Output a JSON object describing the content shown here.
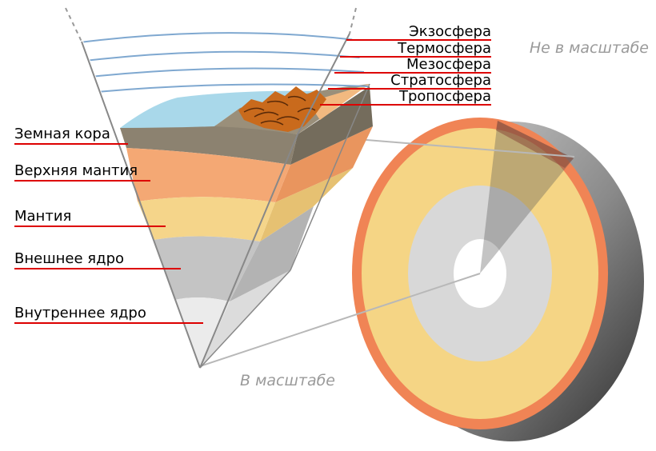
{
  "labels": {
    "exosphere": "Экзосфера",
    "thermosphere": "Термосфера",
    "mesosphere": "Мезосфера",
    "stratosphere": "Стратосфера",
    "troposphere": "Тропосфера",
    "crust": "Земная кора",
    "upper_mantle": "Верхняя мантия",
    "mantle": "Мантия",
    "outer_core": "Внешнее ядро",
    "inner_core": "Внутреннее ядро"
  },
  "notes": {
    "not_to_scale": "Не в масштабе",
    "to_scale": "В масштабе"
  },
  "colors": {
    "leader_line": "#dd0000",
    "crust": "#8c8270",
    "upper_mantle": "#f4a874",
    "mantle": "#f5d58a",
    "outer_core": "#c4c4c4",
    "inner_core": "#ebebeb",
    "ocean": "#a9d8ea",
    "mountains": "#c96a1c",
    "sphere_crust": "#f08455",
    "sphere_mantle": "#f5d585",
    "atmosphere_lines": "#7fa8d0"
  }
}
